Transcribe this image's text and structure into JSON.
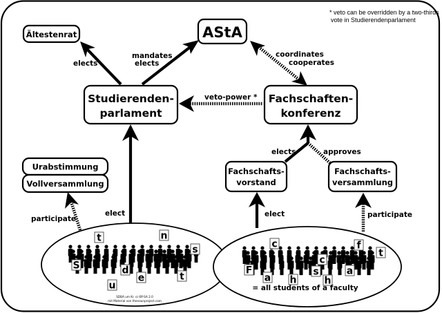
{
  "footnote": {
    "line1": "* veto can be  overridden by a two-thirds",
    "line2": "vote in Studierendenparlament"
  },
  "nodes": {
    "asta": "AStA",
    "aeltestenrat": "Ältestenrat",
    "stupa": [
      "Studierenden-",
      "parlament"
    ],
    "fsk": [
      "Fachschaften-",
      "konferenz"
    ],
    "fs_vorstand": [
      "Fachschafts-",
      "vorstand"
    ],
    "fs_versammlung": [
      "Fachschafts-",
      "versammlung"
    ],
    "urabstimmung": "Urabstimmung",
    "vollversammlung": "Vollversammlung"
  },
  "edges": {
    "stupa_to_aeltestenrat": "elects",
    "stupa_to_asta": [
      "mandates",
      "elects"
    ],
    "fsk_asta": [
      "coordinates",
      "cooperates"
    ],
    "fsk_to_stupa": "veto-power *",
    "vorstand_to_fsk": "elects",
    "versammlung_to_fsk": "approves",
    "students_to_stupa": "elect",
    "students_to_urabstimmung": "participate",
    "faculty_to_vorstand": "elect",
    "faculty_to_versammlung": "participate"
  },
  "groups": {
    "students_signs": [
      "t",
      "n",
      "s",
      "S",
      "d",
      "e",
      "u",
      "t"
    ],
    "faculty_signs": [
      "c",
      "f",
      "t",
      "c",
      "F",
      "s",
      "a",
      "h",
      "h",
      "a"
    ],
    "faculty_caption": "= all students of a faculty",
    "credit_line1": "SDBA um Kr. cc-BY-SA 2.0",
    "credit_line2": "mit Material von thenounproject.com"
  }
}
